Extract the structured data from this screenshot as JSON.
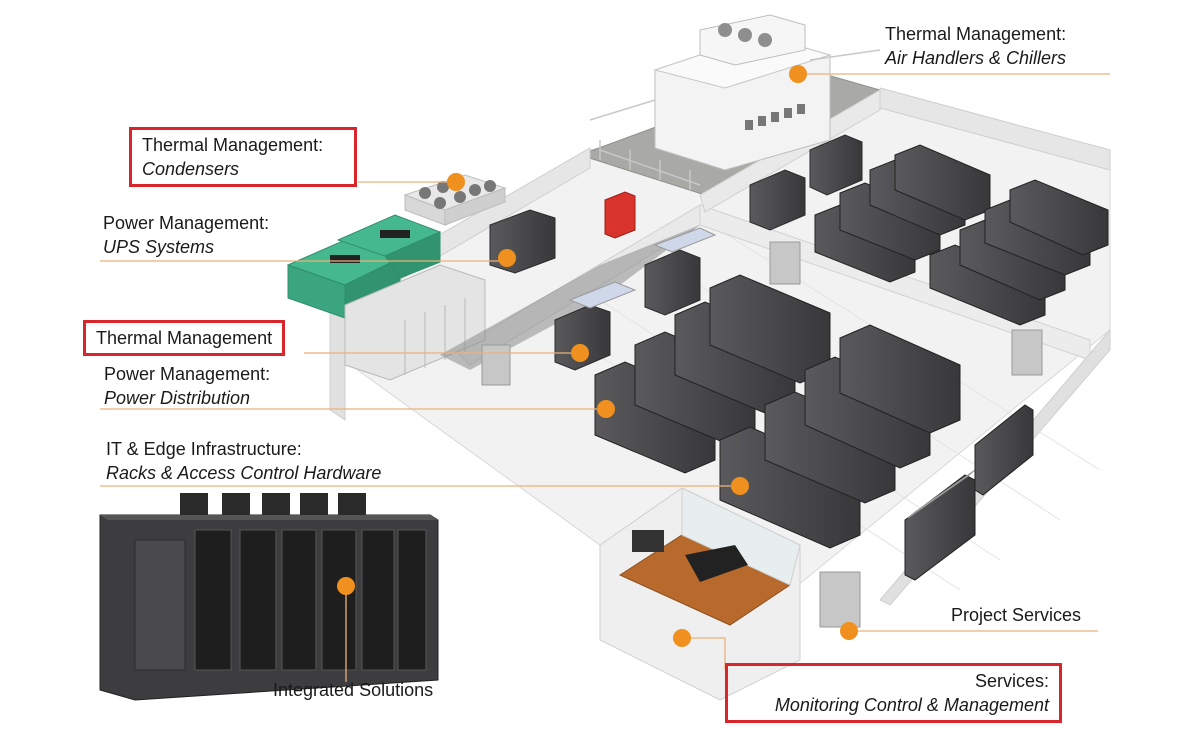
{
  "labels": {
    "air_handlers": {
      "title": "Thermal Management:",
      "subtitle": "Air Handlers & Chillers"
    },
    "condensers": {
      "title": "Thermal Management:",
      "subtitle": "Condensers"
    },
    "ups": {
      "title": "Power Management:",
      "subtitle": "UPS Systems"
    },
    "thermal": {
      "title": "Thermal Management"
    },
    "power_distribution": {
      "title": "Power Management:",
      "subtitle": "Power Distribution"
    },
    "racks": {
      "title": "IT & Edge Infrastructure:",
      "subtitle": "Racks & Access Control Hardware"
    },
    "integrated": {
      "title": "Integrated Solutions"
    },
    "project_services": {
      "title": "Project Services"
    },
    "services": {
      "title": "Services:",
      "subtitle": "Monitoring Control & Management"
    }
  },
  "colors": {
    "marker": "#f0901e",
    "leader": "#e9b27a",
    "highlight_box": "#d9262c",
    "wall": "#e9e9e9",
    "floor": "#f1f1f1",
    "rack": "#4a4a4c",
    "control_floor": "#b86a2c",
    "generator": "#3fae86"
  }
}
